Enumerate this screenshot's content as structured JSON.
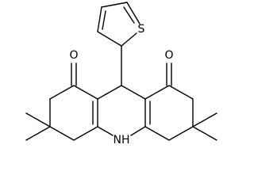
{
  "atoms": {
    "s_label": "S",
    "o_left_label": "O",
    "o_right_label": "O",
    "nh_label": "NH"
  },
  "colors": {
    "ink": "#000000",
    "background": "#ffffff"
  }
}
